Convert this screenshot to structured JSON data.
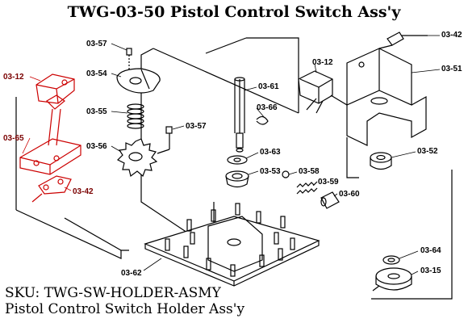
{
  "title": "TWG-03-50 Pistol Control Switch Ass'y",
  "sku_line": "SKU: TWG-SW-HOLDER-ASMY",
  "description": "Pistol Control Switch Holder Ass'y",
  "labels": {
    "p0357a": "03-57",
    "p0354": "03-54",
    "p0355": "03-55",
    "p0357b": "03-57",
    "p0356": "03-56",
    "p0312a": "03-12",
    "p0365": "03-65",
    "p0342a": "03-42",
    "p0361": "03-61",
    "p0366": "03-66",
    "p0363": "03-63",
    "p0353": "03-53",
    "p0358": "03-58",
    "p0359": "03-59",
    "p0360": "03-60",
    "p0312b": "03-12",
    "p0342b": "03-42",
    "p0351": "03-51",
    "p0352": "03-52",
    "p0362": "03-62",
    "p0364": "03-64",
    "p0315": "03-15"
  },
  "colors": {
    "line": "#000000",
    "highlight": "#cc0000"
  }
}
